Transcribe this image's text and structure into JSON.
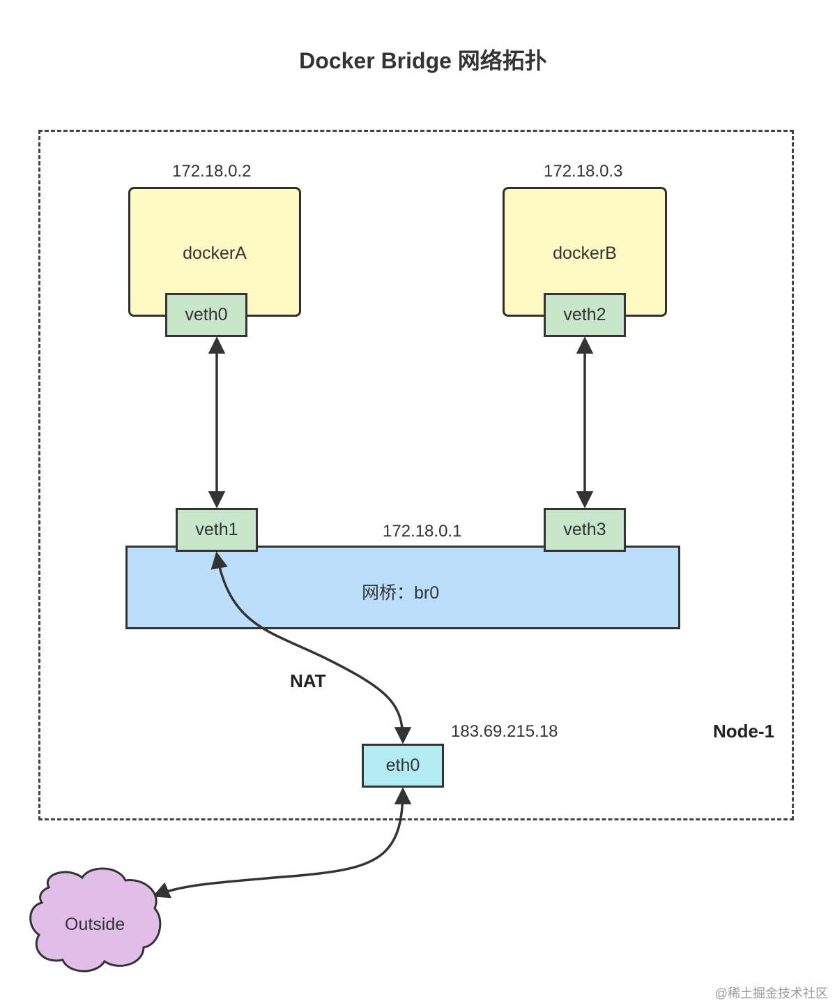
{
  "title": "Docker Bridge 网络拓扑",
  "node": {
    "label": "Node-1"
  },
  "containers": [
    {
      "name": "dockerA",
      "ip": "172.18.0.2",
      "iface": "veth0"
    },
    {
      "name": "dockerB",
      "ip": "172.18.0.3",
      "iface": "veth2"
    }
  ],
  "bridge": {
    "label": "网桥：br0",
    "ip": "172.18.0.1",
    "ports": [
      "veth1",
      "veth3"
    ]
  },
  "host_iface": {
    "name": "eth0",
    "ip": "183.69.215.18"
  },
  "nat_label": "NAT",
  "outside": {
    "label": "Outside"
  },
  "footer": "@稀土掘金技术社区",
  "colors": {
    "container_fill": "#fff9c4",
    "veth_fill": "#c8e6c9",
    "bridge_fill": "#bbdefb",
    "eth0_fill": "#b2ebf2",
    "cloud_fill": "#e1bee7",
    "stroke": "#333333"
  }
}
